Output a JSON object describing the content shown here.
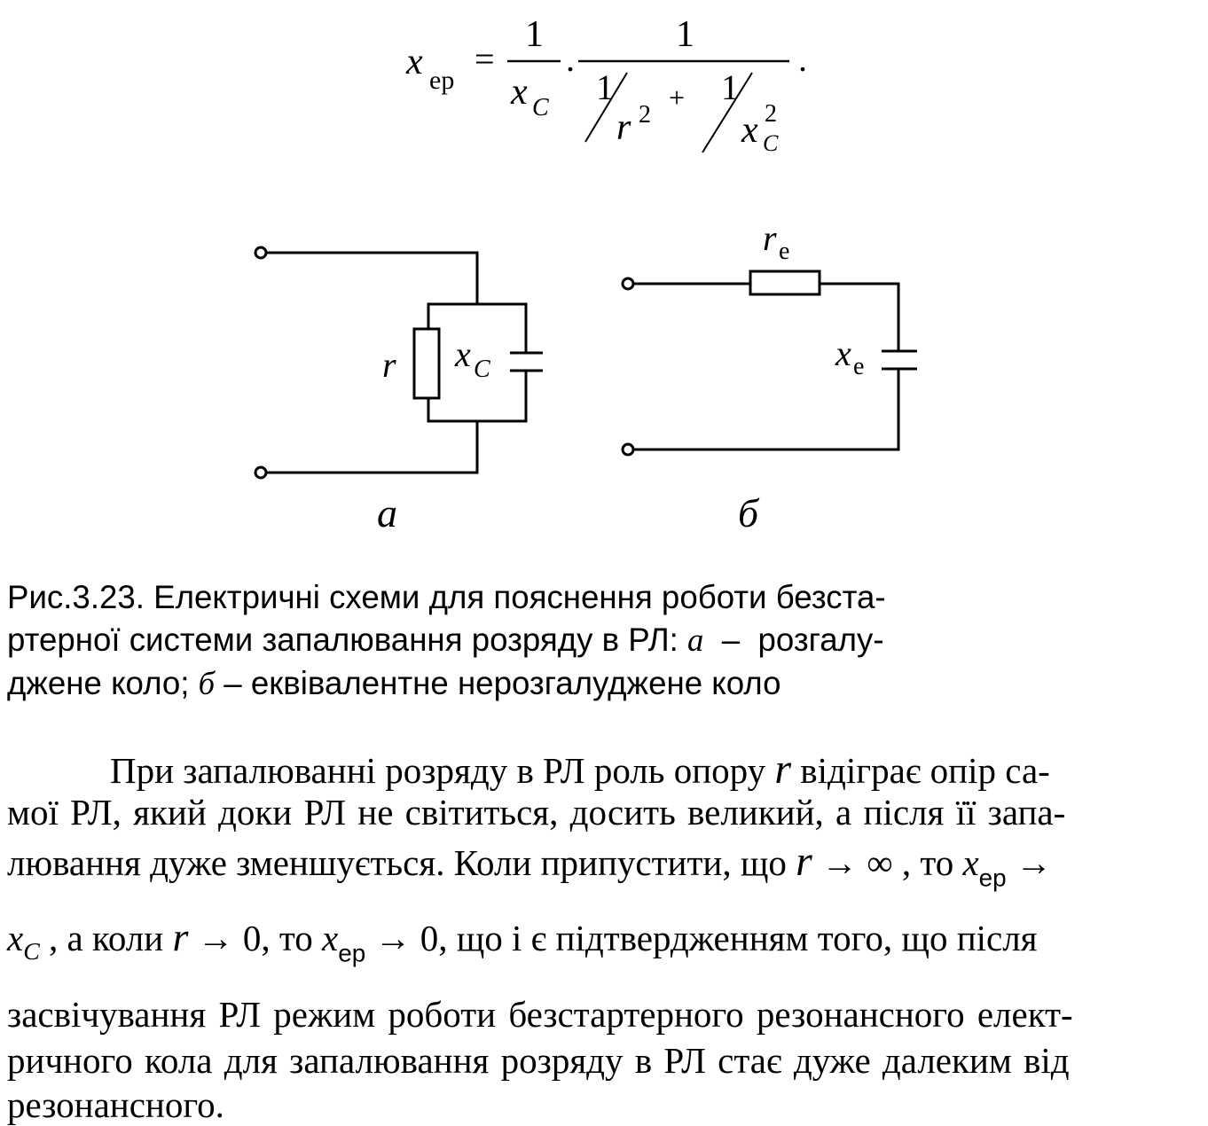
{
  "formula": {
    "lhs_var": "x",
    "lhs_sub": "ер",
    "equals": "=",
    "one": "1",
    "xC_var": "x",
    "xC_sub": "C",
    "dot": ".",
    "r_var": "r",
    "sq": "2",
    "plus": "+",
    "end_dot": "."
  },
  "circuit_a": {
    "r_label": "r",
    "xc_label": "x",
    "xc_sub": "C",
    "caption": "а"
  },
  "circuit_b": {
    "re_label": "r",
    "re_sub": "е",
    "xe_label": "x",
    "xe_sub": "е",
    "caption": "б"
  },
  "figure_caption": {
    "line1": "Рис.3.23. Електричні схеми для пояснення роботи безста-",
    "line2_a": "ртерної системи запалювання розряду в РЛ: ",
    "line2_italic": "а",
    "line2_b": "  –  розгалу-",
    "line3_a": "джене коло; ",
    "line3_italic": "б",
    "line3_b": " – еквівалентне нерозгалуджене коло"
  },
  "paragraph": {
    "l1_a": "При запалюванні розряду в РЛ роль опору ",
    "l1_r": "r",
    "l1_b": " відіграє опір са-",
    "l2": "мої РЛ, який доки РЛ не світиться, досить великий, а після її запа-",
    "l3_a": "лювання дуже зменшується. Коли припустити, що ",
    "l3_r": "r",
    "l3_b": " → ∞ , то ",
    "l3_x": "x",
    "l3_sub": "ер",
    "l3_c": " →",
    "l4_x": "x",
    "l4_sub": "C",
    "l4_a": " , а коли ",
    "l4_r": "r",
    "l4_b": " → 0, то ",
    "l4_x2": "x",
    "l4_sub2": "ер",
    "l4_c": " → 0, що і є підтвердженням того, що після",
    "l5": "засвічування РЛ режим роботи безстартерного резонансного елект-",
    "l6": "ричного кола для запалювання розряду в РЛ стає дуже далеким від",
    "l7": "резонансного."
  }
}
